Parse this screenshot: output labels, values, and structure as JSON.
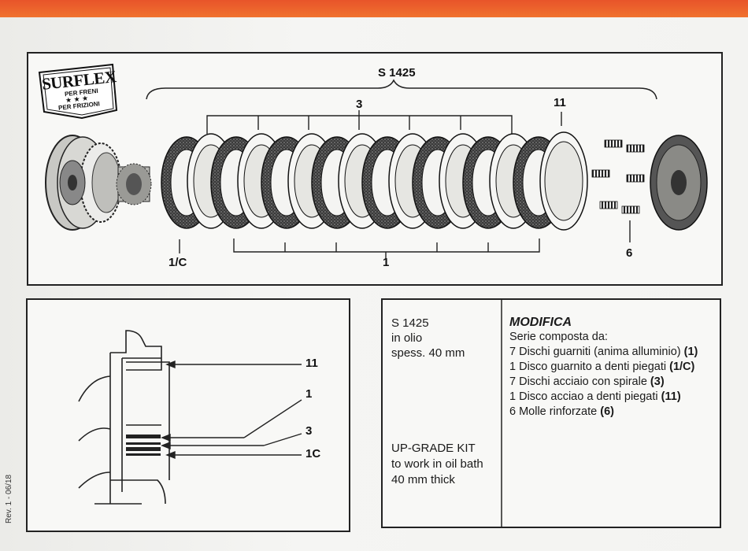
{
  "logo": {
    "brand": "SURFLEX",
    "sub1": "PER FRENI",
    "sub2": "PER FRIZIONI",
    "stars": "★ ★ ★"
  },
  "diagram": {
    "kit_label": "S 1425",
    "lbl_3": "3",
    "lbl_11": "11",
    "lbl_1c": "1/C",
    "lbl_1": "1",
    "lbl_6": "6"
  },
  "section": {
    "lbl_11": "11",
    "lbl_1": "1",
    "lbl_3": "3",
    "lbl_1c": "1C"
  },
  "info": {
    "code": "S 1425",
    "line2": "in olio",
    "line3": "spess. 40 mm",
    "upgrade": [
      "UP-GRADE KIT",
      "to work in oil bath",
      "40 mm thick"
    ],
    "mod_title": "MODIFICA",
    "mod_intro": "Serie composta da:",
    "items": [
      {
        "text": "7 Dischi guarniti (anima alluminio)",
        "ref": "(1)"
      },
      {
        "text": "1 Disco guarnito a denti piegati",
        "ref": "(1/C)"
      },
      {
        "text": "7 Dischi acciaio con spirale",
        "ref": "(3)"
      },
      {
        "text": "1 Disco acciao a denti piegati",
        "ref": "(11)"
      },
      {
        "text": "6 Molle rinforzate",
        "ref": "(6)"
      }
    ]
  },
  "revision": "Rev. 1 - 06/18"
}
